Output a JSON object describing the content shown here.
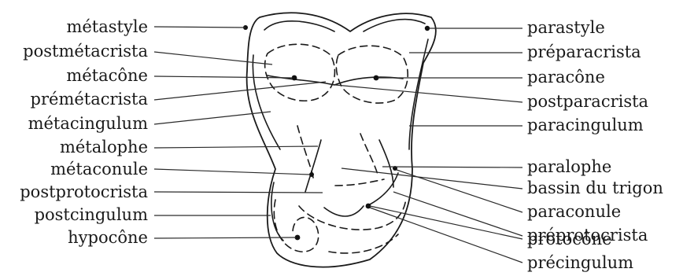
{
  "left_labels": [
    {
      "text": "métastyle"
    },
    {
      "text": "postmétacrista"
    },
    {
      "text": "métacône"
    },
    {
      "text": "prémétacrista"
    },
    {
      "text": "métacingulum"
    },
    {
      "text": "métalophe"
    },
    {
      "text": "métaconule"
    },
    {
      "text": "postprotocrista"
    },
    {
      "text": "postcingulum"
    },
    {
      "text": "hypocône"
    }
  ],
  "right_labels": [
    {
      "text": "parastyle"
    },
    {
      "text": "préparacrista"
    },
    {
      "text": "paracône"
    },
    {
      "text": "postparacrista"
    },
    {
      "text": "paracingulum"
    },
    {
      "text": "paralophe"
    },
    {
      "text": "bassin du trigon"
    },
    {
      "text": "paraconule"
    },
    {
      "text": "préprotocrista"
    },
    {
      "text": "protocône"
    },
    {
      "text": "précingulum"
    }
  ]
}
